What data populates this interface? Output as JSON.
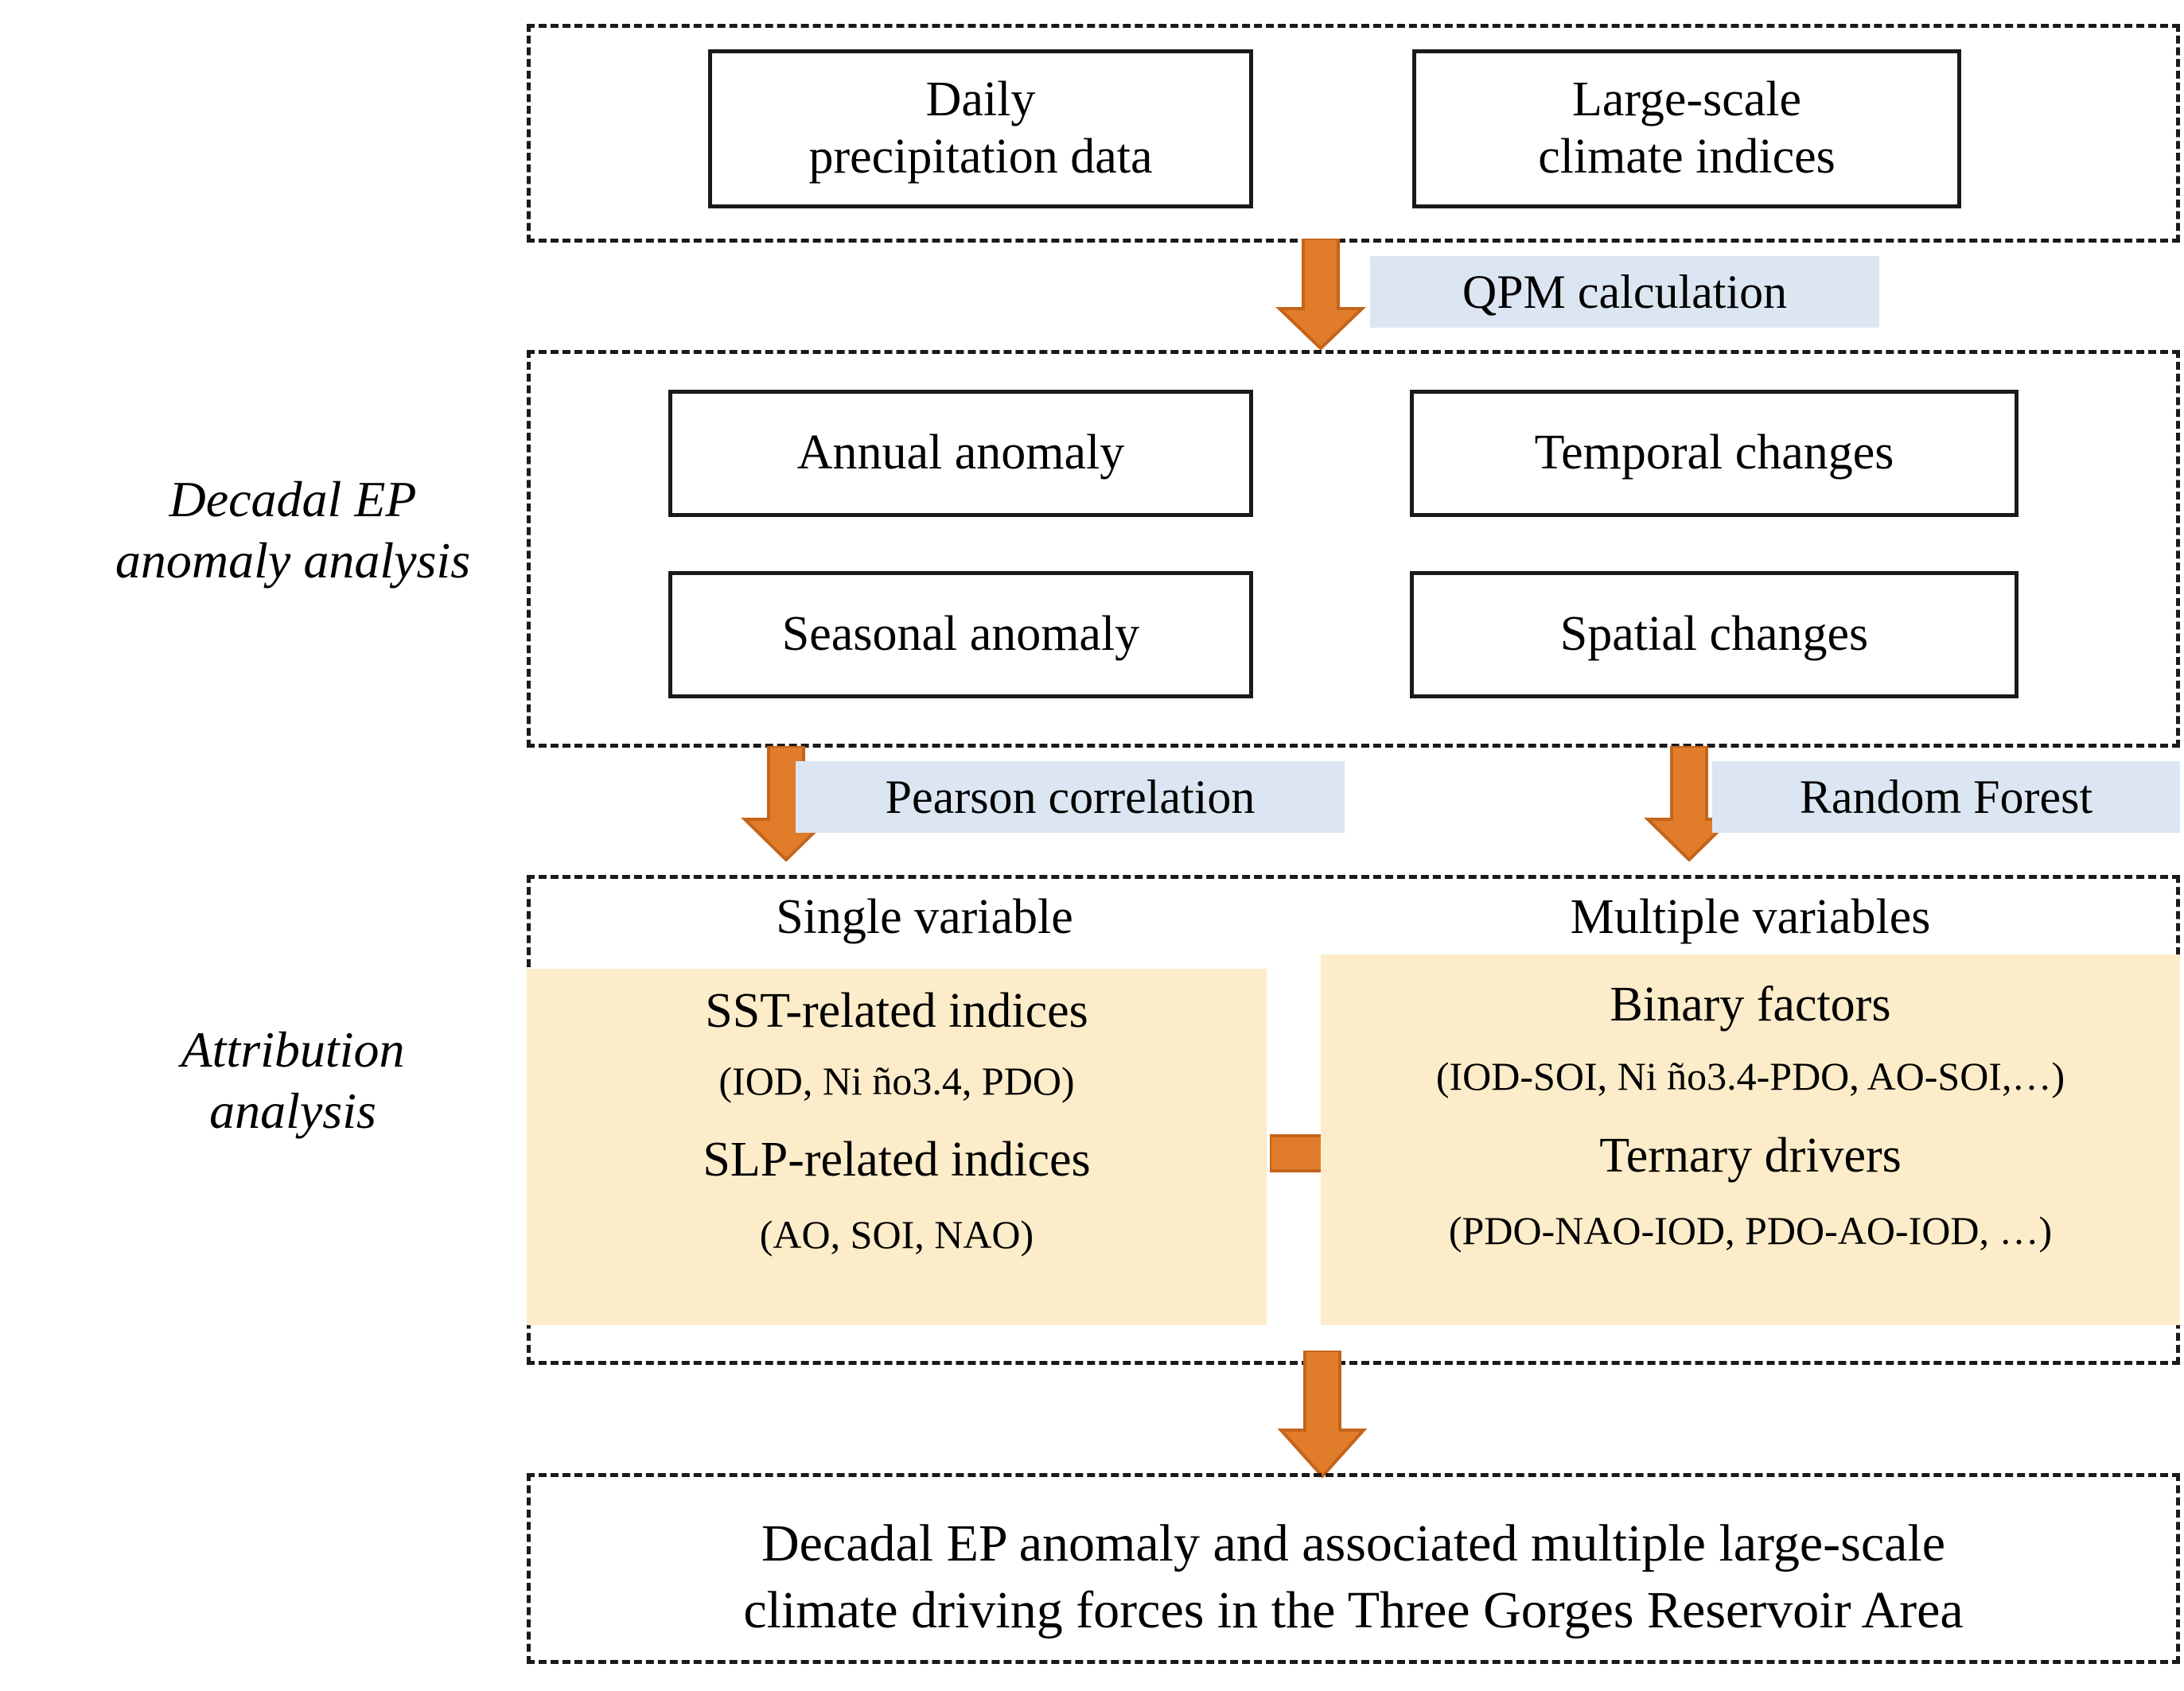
{
  "figure": {
    "type": "flowchart",
    "title": "Decadal EP anomaly and attribution analysis workflow",
    "accent_orange": "#E07C2A",
    "tag_blue": "#DCE6F2",
    "panel_cream": "#FCECC9",
    "line_black": "#1A1A1A"
  },
  "stage_labels": {
    "decadal": "Decadal EP\nanomaly analysis",
    "decadal_line1": "Decadal EP",
    "decadal_line2": "anomaly analysis",
    "attribution_line1": "Attribution",
    "attribution_line2": "analysis"
  },
  "inputs": {
    "box1_line1": "Daily",
    "box1_line2": "precipitation data",
    "box2_line1": "Large-scale",
    "box2_line2": "climate indices"
  },
  "methods": {
    "qpm": "QPM calculation",
    "pearson": "Pearson correlation",
    "random_forest": "Random Forest"
  },
  "decadal_boxes": {
    "annual": "Annual anomaly",
    "seasonal": "Seasonal anomaly",
    "temporal": "Temporal changes",
    "spatial": "Spatial changes"
  },
  "attribution": {
    "single_heading": "Single variable",
    "multiple_heading": "Multiple variables",
    "single_lines": [
      "SST-related indices",
      "(IOD, Ni ño3.4,  PDO)",
      "SLP-related indices",
      "(AO, SOI, NAO)"
    ],
    "multiple_lines": [
      "Binary factors",
      "(IOD-SOI, Ni ño3.4-PDO, AO-SOI,…)",
      "Ternary drivers",
      "(PDO-NAO-IOD, PDO-AO-IOD, …)"
    ]
  },
  "conclusion": {
    "line1": "Decadal EP anomaly and associated multiple large-scale",
    "line2": "climate driving forces in the Three Gorges Reservoir Area"
  }
}
